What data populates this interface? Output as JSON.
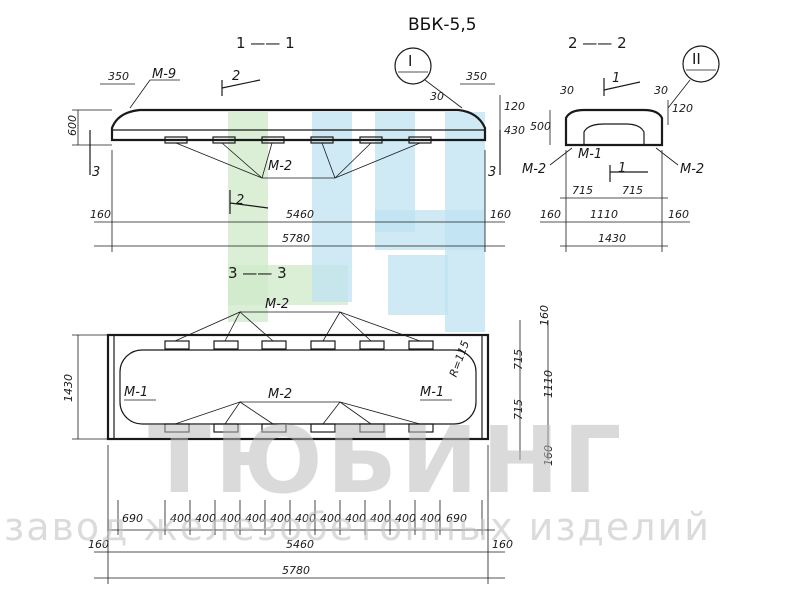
{
  "title": "ВБК-5,5",
  "sections": {
    "s1": "1 —— 1",
    "s2": "2 —— 2",
    "s3": "3 —— 3"
  },
  "callouts": {
    "c1": "I",
    "c2": "II"
  },
  "marks": {
    "m9": "М-9",
    "m2": "М-2",
    "m1": "М-1",
    "r115": "R=115",
    "cut1": "1",
    "cut2": "2",
    "cut3": "3"
  },
  "dims": {
    "d350": "350",
    "d30": "30",
    "d120": "120",
    "d430": "430",
    "d600": "600",
    "d500": "500",
    "d160": "160",
    "d5460": "5460",
    "d5780": "5780",
    "d715": "715",
    "d1110": "1110",
    "d1430": "1430",
    "d690": "690",
    "d400": "400"
  },
  "watermark": {
    "brand": "ТЮБИНГ",
    "tagline": "завод железобетонных изделий",
    "colors": {
      "green": "#cfe9c9",
      "blue": "#bfe3f2"
    }
  }
}
